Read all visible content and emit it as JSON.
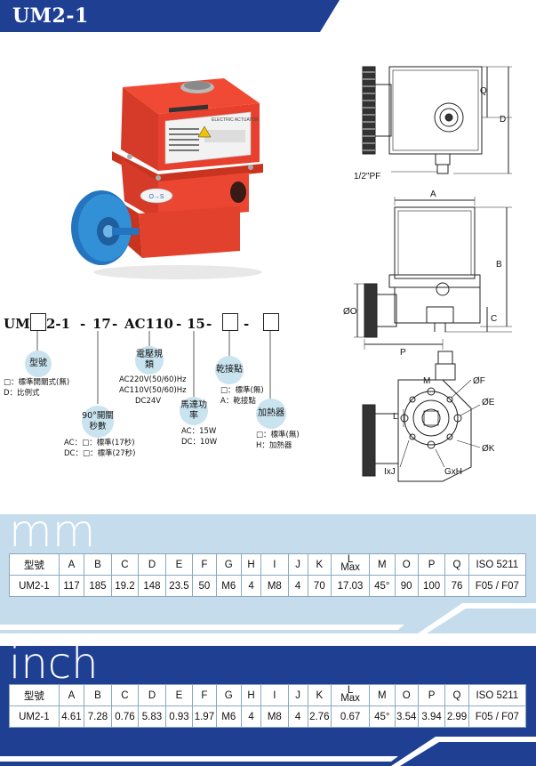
{
  "header": {
    "title": "UM2-1"
  },
  "product": {
    "nameplate_text": "ELECTRIC ACTUATOR",
    "knob_label": "O→S",
    "accent_color": "#e8402e",
    "handwheel_color": "#2e8ad1"
  },
  "model_code": {
    "prefix": "UM",
    "seg1": "2-1",
    "dash": "-",
    "seg2": "17",
    "seg3": "AC110",
    "seg4": "15"
  },
  "legend": {
    "type": {
      "label": "型號",
      "options": [
        "□：標準開關式(無)",
        "D：比例式"
      ]
    },
    "time": {
      "label": "90°開關秒數",
      "options": [
        "AC：□：標準(17秒)",
        "DC：□：標準(27秒)"
      ]
    },
    "voltage": {
      "label": "電壓規類",
      "options": [
        "AC220V(50/60)Hz",
        "AC110V(50/60)Hz",
        "DC24V"
      ]
    },
    "power": {
      "label": "馬達功率",
      "options": [
        "AC：15W",
        "DC：10W"
      ]
    },
    "dry_contact": {
      "label": "乾接點",
      "options": [
        "□：標準(無)",
        "A：乾接點"
      ]
    },
    "heater": {
      "label": "加熱器",
      "options": [
        "□：標準(無)",
        "H：加熱器"
      ]
    }
  },
  "drawing": {
    "labels": {
      "q": "Q",
      "d": "D",
      "pf": "1/2\"PF",
      "a": "A",
      "b": "B",
      "o": "ØO",
      "c": "C",
      "p": "P",
      "f": "ØF",
      "e": "ØE",
      "l": "L",
      "m": "M",
      "k": "ØK",
      "ixj": "IxJ",
      "gxh": "GxH"
    }
  },
  "tables": {
    "mm": {
      "unit_title": "mm",
      "header": [
        "型號",
        "A",
        "B",
        "C",
        "D",
        "E",
        "F",
        "G",
        "H",
        "I",
        "J",
        "K",
        "L|Max",
        "M",
        "O",
        "P",
        "Q",
        "ISO 5211"
      ],
      "row": [
        "UM2-1",
        "117",
        "185",
        "19.2",
        "148",
        "23.5",
        "50",
        "M6",
        "4",
        "M8",
        "4",
        "70",
        "17.03",
        "45°",
        "90",
        "100",
        "76",
        "F05 / F07"
      ]
    },
    "inch": {
      "unit_title": "inch",
      "header": [
        "型號",
        "A",
        "B",
        "C",
        "D",
        "E",
        "F",
        "G",
        "H",
        "I",
        "J",
        "K",
        "L|Max",
        "M",
        "O",
        "P",
        "Q",
        "ISO 5211"
      ],
      "row": [
        "UM2-1",
        "4.61",
        "7.28",
        "0.76",
        "5.83",
        "0.93",
        "1.97",
        "M6",
        "4",
        "M8",
        "4",
        "2.76",
        "0.67",
        "45°",
        "3.54",
        "3.94",
        "2.99",
        "F05 / F07"
      ]
    }
  }
}
